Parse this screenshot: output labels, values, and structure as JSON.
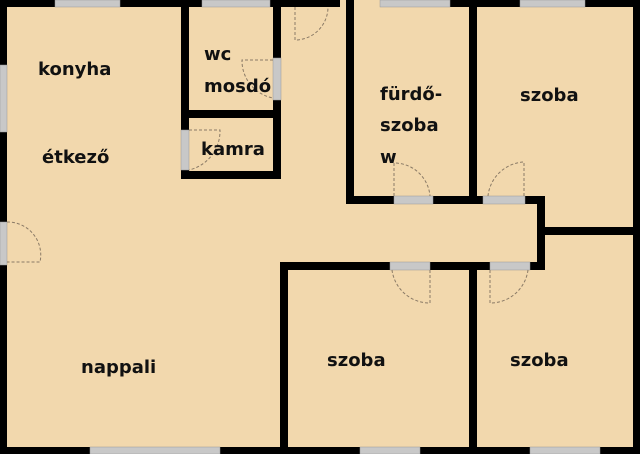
{
  "floor_plan": {
    "colors": {
      "floor": "#f2d8ad",
      "wall": "#000000",
      "window": "#c8c8c8",
      "door_swing": "#8a7a66"
    },
    "rooms": [
      {
        "id": "konyha",
        "label": "konyha"
      },
      {
        "id": "etkezo",
        "label": "étkező"
      },
      {
        "id": "wc",
        "label": "wc"
      },
      {
        "id": "mosdo",
        "label": "mosdó"
      },
      {
        "id": "kamra",
        "label": "kamra"
      },
      {
        "id": "furdo1",
        "label": "fürdő-"
      },
      {
        "id": "furdo2",
        "label": "szoba"
      },
      {
        "id": "furdo3",
        "label": "w"
      },
      {
        "id": "szoba_ne",
        "label": "szoba"
      },
      {
        "id": "nappali",
        "label": "nappali"
      },
      {
        "id": "szoba_s1",
        "label": "szoba"
      },
      {
        "id": "szoba_s2",
        "label": "szoba"
      }
    ]
  }
}
